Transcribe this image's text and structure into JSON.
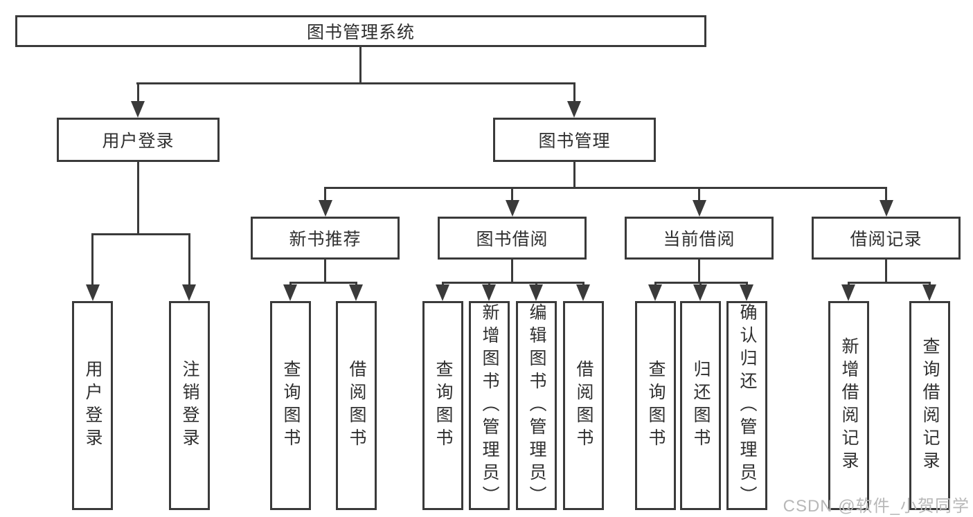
{
  "title": "图书管理系统",
  "level2": {
    "user_login": "用户登录",
    "book_mgmt": "图书管理"
  },
  "level3": {
    "new_books": "新书推荐",
    "book_borrow": "图书借阅",
    "current_borrow": "当前借阅",
    "borrow_records": "借阅记录"
  },
  "level4": {
    "user_login": [
      "用户登录",
      "注销登录"
    ],
    "new_books": [
      "查询图书",
      "借阅图书"
    ],
    "book_borrow": [
      "查询图书",
      "新增图书（管理员）",
      "编辑图书（管理员）",
      "借阅图书"
    ],
    "current_borrow": [
      "查询图书",
      "归还图书",
      "确认归还（管理员）"
    ],
    "borrow_records": [
      "新增借阅记录",
      "查询借阅记录"
    ]
  },
  "watermark": "CSDN @软件_小贺同学",
  "colors": {
    "line": "#3a3a3a",
    "text": "#2f2f2f",
    "watermark": "#b8b8b8",
    "background": "#ffffff"
  }
}
